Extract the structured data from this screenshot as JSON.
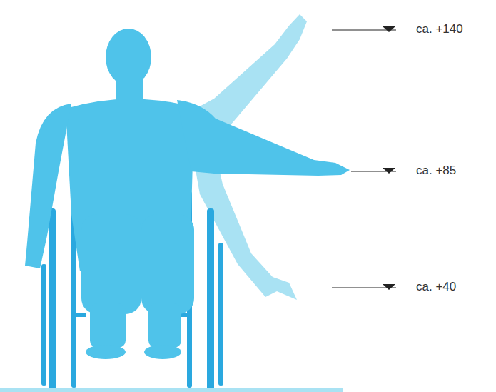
{
  "diagram": {
    "labels": [
      "ca. +140",
      "ca. +85",
      "ca. +40"
    ]
  }
}
